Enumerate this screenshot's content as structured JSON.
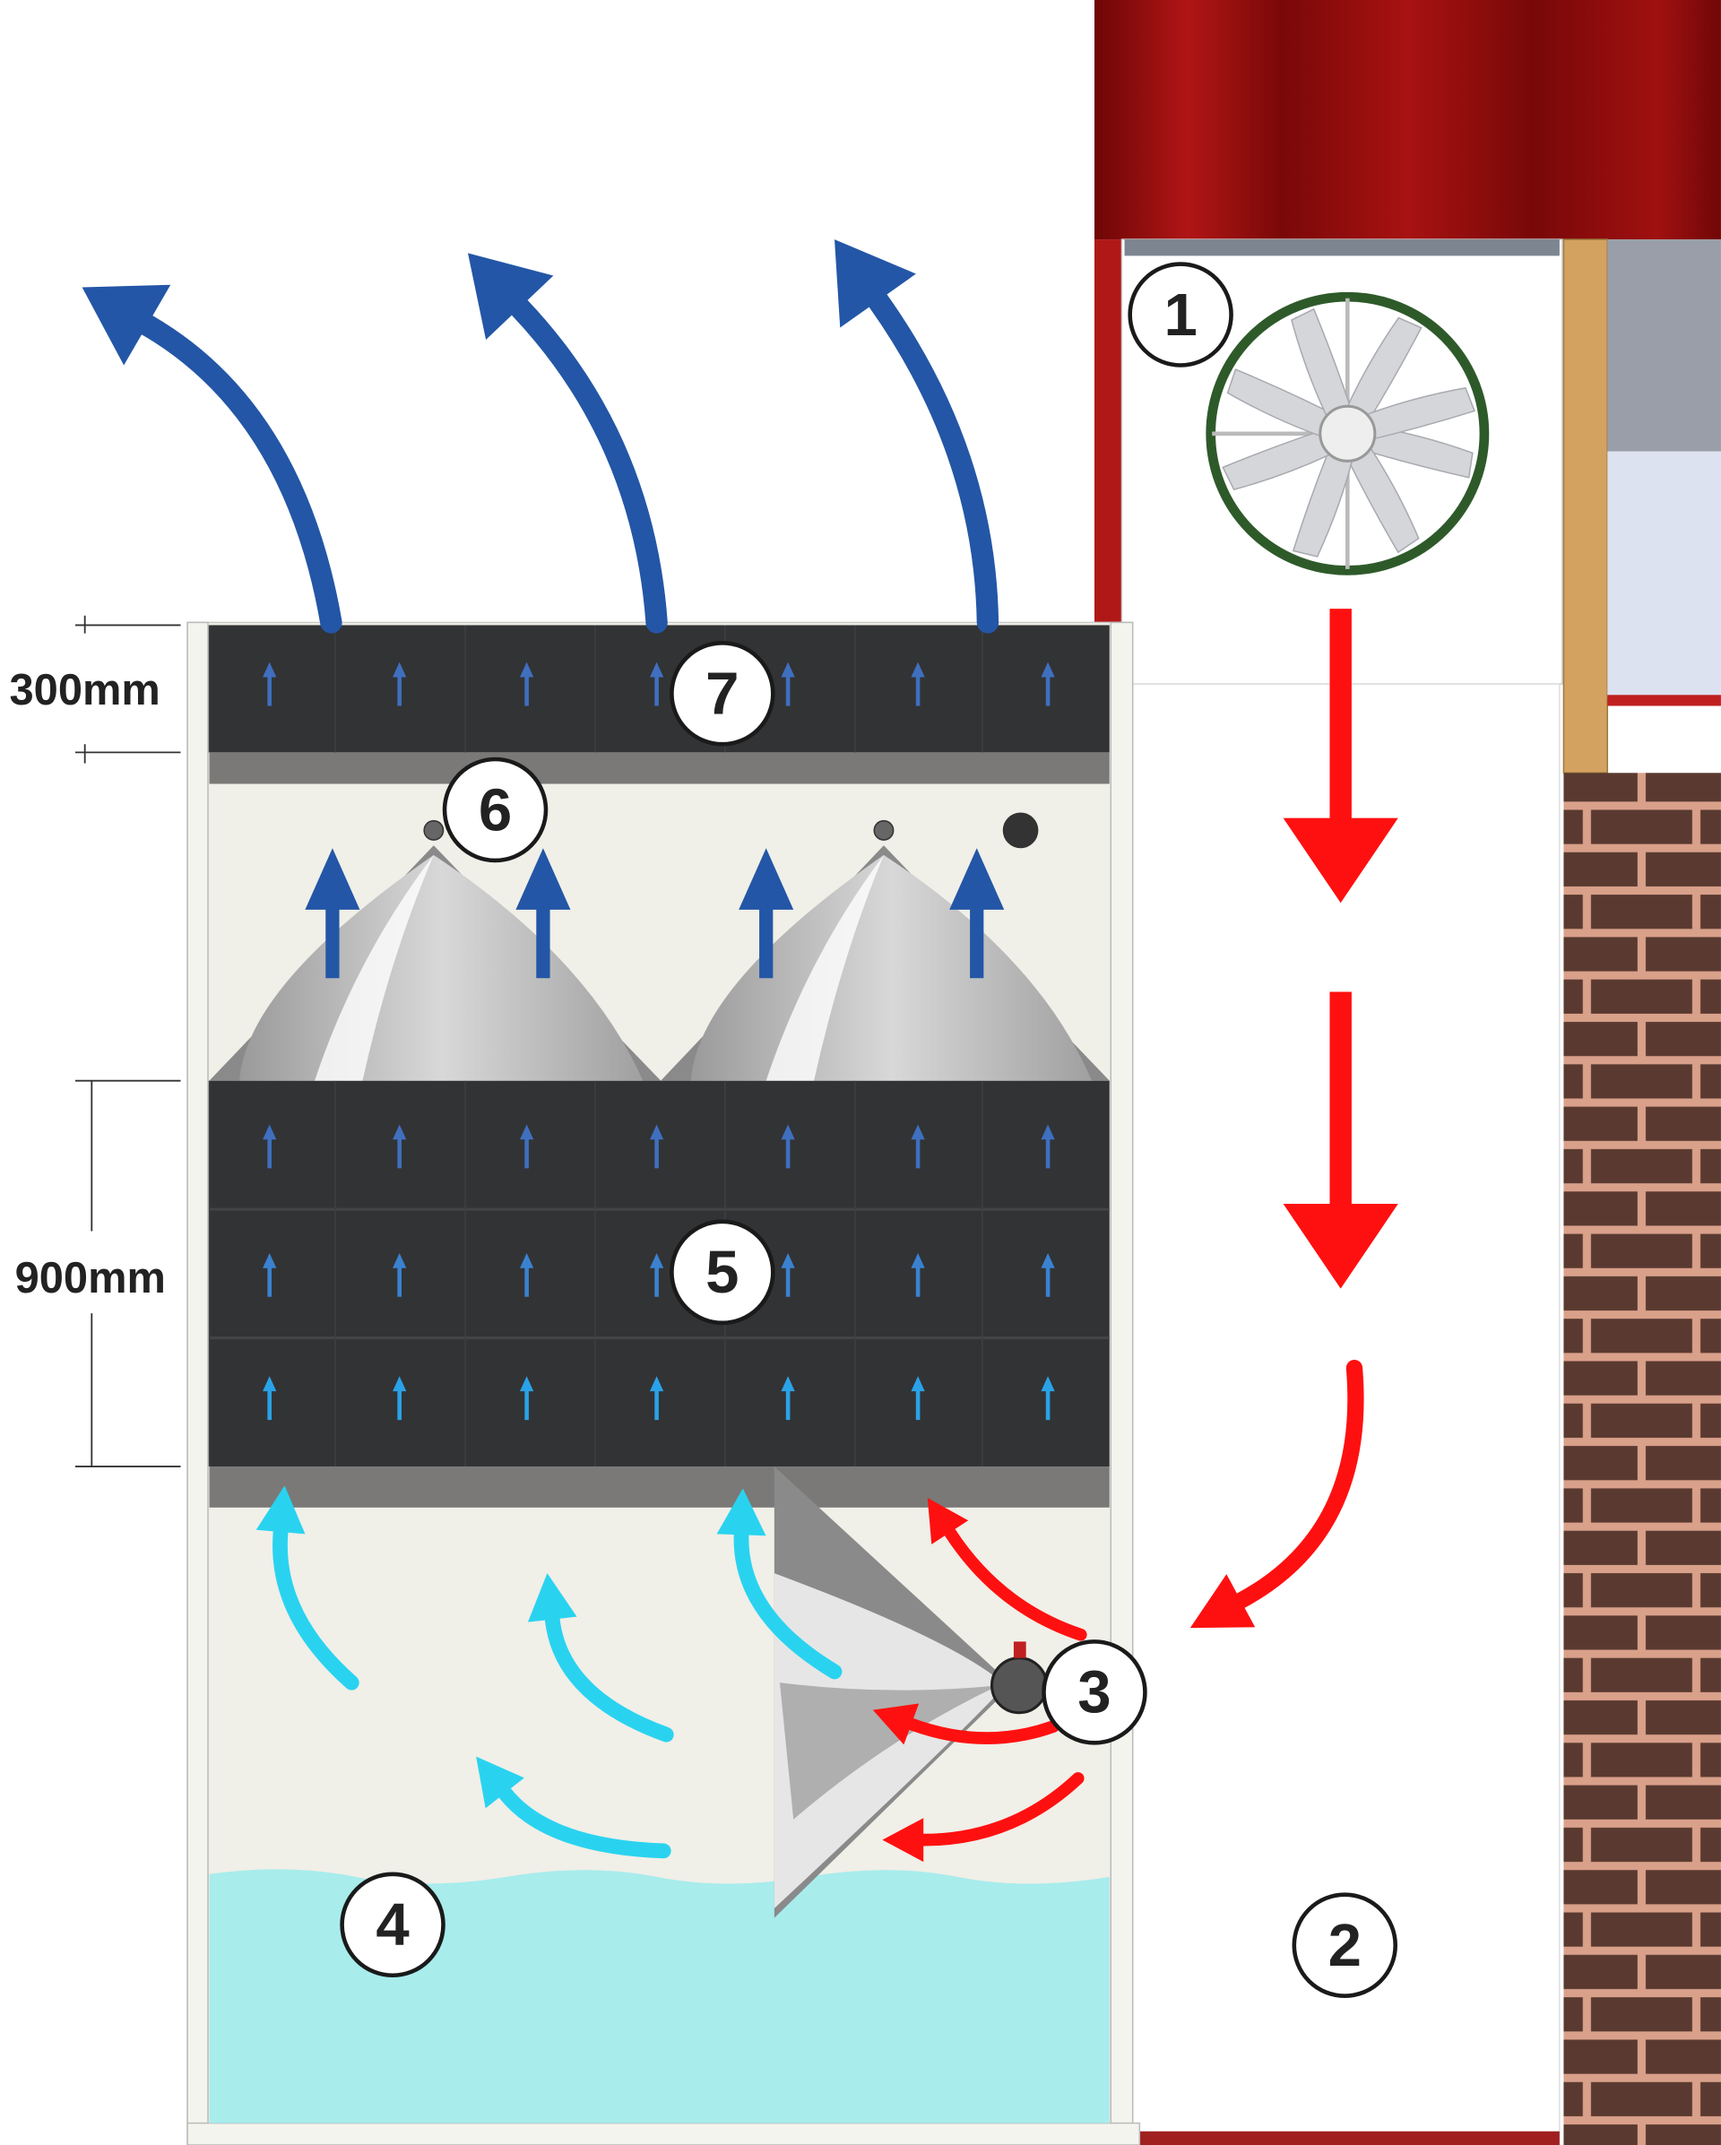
{
  "labels": {
    "fan": "1",
    "duct": "2",
    "nozzle": "3",
    "water": "4",
    "media": "5",
    "spray": "6",
    "top_media": "7"
  },
  "dimensions": {
    "top_media_height": "300mm",
    "media_height": "900mm"
  },
  "colors": {
    "airflow_out": "#2356a6",
    "airflow_hot": "#ff1010",
    "airflow_cool": "#29d3f0",
    "pad": "#323335",
    "water": "#a8ecec",
    "roof": "#8e0c0c",
    "brick": "#5a3a30",
    "fan_ring": "#2e5a2a"
  }
}
